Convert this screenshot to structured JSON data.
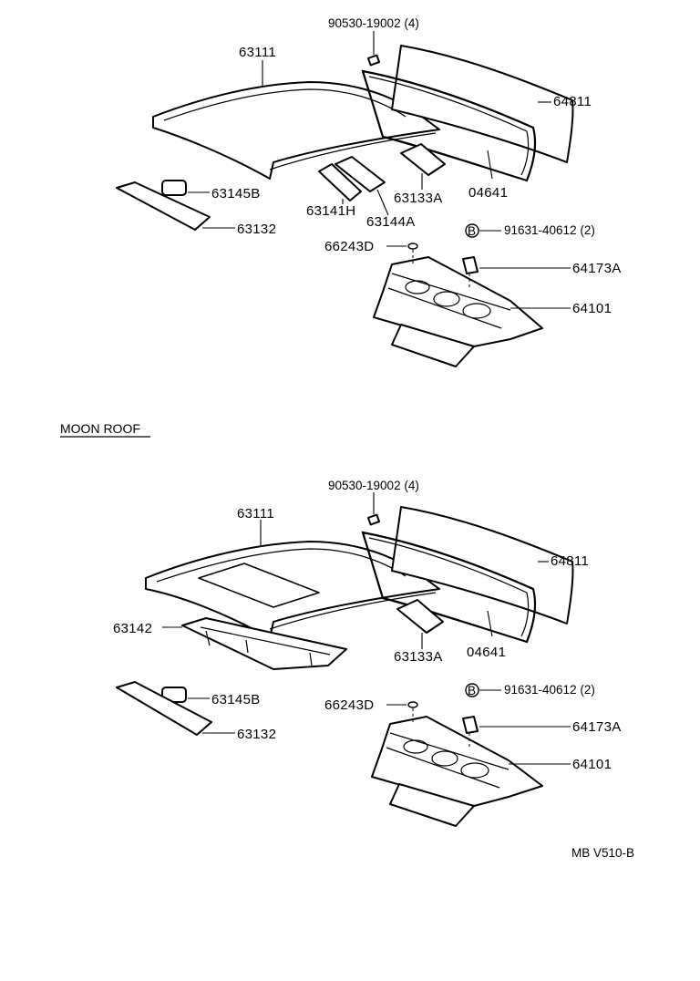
{
  "diagram": {
    "section_moon_roof_title": "MOON ROOF",
    "footer_code": "MB V510-B",
    "top": {
      "p_90530": "90530-19002 (4)",
      "p_63111": "63111",
      "p_64811": "64811",
      "p_04641": "04641",
      "p_63133A": "63133A",
      "p_63144A": "63144A",
      "p_63141H": "63141H",
      "p_63145B": "63145B",
      "p_63132": "63132",
      "p_91631": "91631-40612 (2)",
      "p_66243D": "66243D",
      "p_64173A": "64173A",
      "p_64101": "64101",
      "bolt_mark": "B"
    },
    "bottom": {
      "p_90530": "90530-19002 (4)",
      "p_63111": "63111",
      "p_64811": "64811",
      "p_04641": "04641",
      "p_63133A": "63133A",
      "p_63142": "63142",
      "p_63145B": "63145B",
      "p_63132": "63132",
      "p_91631": "91631-40612 (2)",
      "p_66243D": "66243D",
      "p_64173A": "64173A",
      "p_64101": "64101",
      "bolt_mark": "B"
    }
  }
}
